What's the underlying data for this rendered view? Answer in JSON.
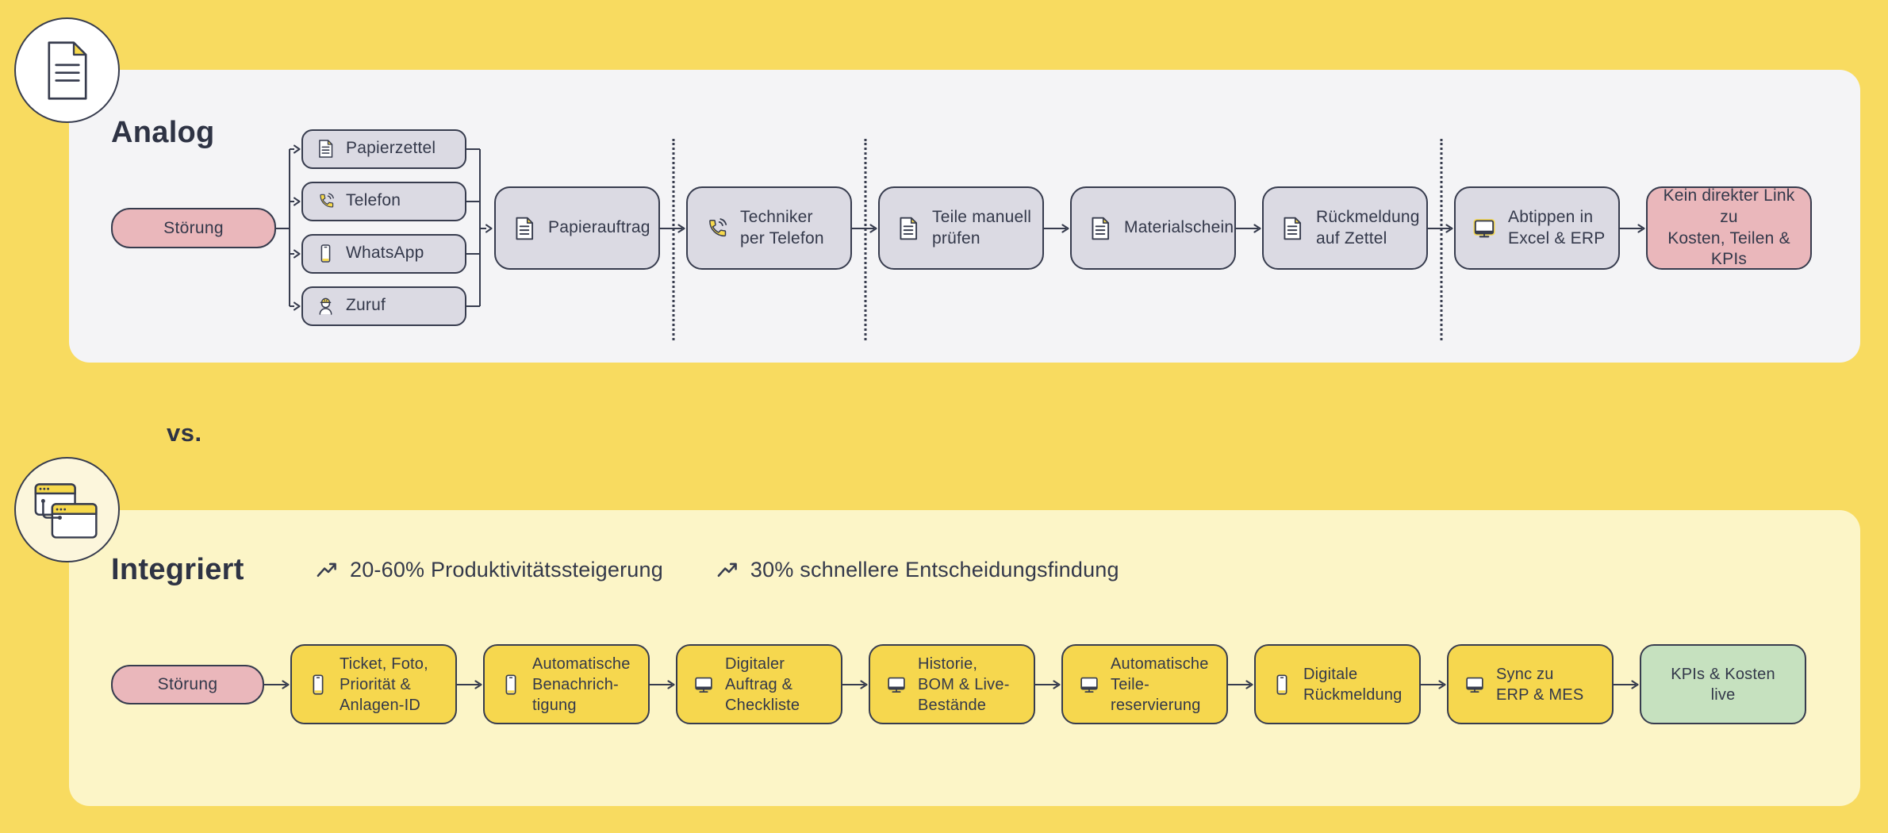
{
  "colors": {
    "background": "#F8DB60",
    "panel_analog": "#F4F4F6",
    "panel_integriert": "#FCF5C7",
    "node_gray": "#DBDAE3",
    "node_yellow": "#F6D74E",
    "node_pink": "#EAB7BB",
    "node_green": "#C6E1BF",
    "ink": "#373C4E",
    "icon_yellow": "#F7D94C"
  },
  "analog": {
    "title": "Analog",
    "badge_icon": "document-icon",
    "start_label": "Störung",
    "channels": [
      {
        "icon": "document-icon",
        "label": "Papierzettel"
      },
      {
        "icon": "phone-icon",
        "label": "Telefon"
      },
      {
        "icon": "smartphone-icon",
        "label": "WhatsApp"
      },
      {
        "icon": "worker-icon",
        "label": "Zuruf"
      }
    ],
    "steps": [
      {
        "icon": "document-icon",
        "lines": [
          "Papierauftrag"
        ],
        "style": "gray",
        "divider_before": false
      },
      {
        "icon": "phone-icon",
        "lines": [
          "Techniker",
          "per Telefon"
        ],
        "style": "gray",
        "divider_before": true
      },
      {
        "icon": "document-icon",
        "lines": [
          "Teile manuell",
          "prüfen"
        ],
        "style": "gray",
        "divider_before": true
      },
      {
        "icon": "document-icon",
        "lines": [
          "Materialschein"
        ],
        "style": "gray",
        "divider_before": false
      },
      {
        "icon": "document-icon",
        "lines": [
          "Rückmeldung",
          "auf Zettel"
        ],
        "style": "gray",
        "divider_before": false
      },
      {
        "icon": "monitor-highlight-icon",
        "lines": [
          "Abtippen in",
          "Excel & ERP"
        ],
        "style": "gray",
        "divider_before": true
      },
      {
        "icon": null,
        "lines": [
          "Kein direkter Link zu",
          "Kosten, Teilen & KPIs"
        ],
        "style": "pink",
        "divider_before": false
      }
    ]
  },
  "versus_label": "vs.",
  "integriert": {
    "title": "Integriert",
    "badge_icon": "windows-icon",
    "start_label": "Störung",
    "stats": [
      {
        "icon": "trend-up-icon",
        "label": "20-60% Produktivitätssteigerung"
      },
      {
        "icon": "trend-up-icon",
        "label": "30% schnellere Entscheidungsfindung"
      }
    ],
    "steps": [
      {
        "icon": "smartphone-icon",
        "lines": [
          "Ticket, Foto,",
          "Priorität &",
          "Anlagen-ID"
        ],
        "style": "yellow"
      },
      {
        "icon": "smartphone-icon",
        "lines": [
          "Automatische",
          "Benachrich-",
          "tigung"
        ],
        "style": "yellow"
      },
      {
        "icon": "monitor-icon",
        "lines": [
          "Digitaler",
          "Auftrag &",
          "Checkliste"
        ],
        "style": "yellow"
      },
      {
        "icon": "monitor-icon",
        "lines": [
          "Historie,",
          "BOM & Live-",
          "Bestände"
        ],
        "style": "yellow"
      },
      {
        "icon": "monitor-icon",
        "lines": [
          "Automatische",
          "Teile-",
          "reservierung"
        ],
        "style": "yellow"
      },
      {
        "icon": "smartphone-icon",
        "lines": [
          "Digitale",
          "Rückmeldung"
        ],
        "style": "yellow"
      },
      {
        "icon": "monitor-icon",
        "lines": [
          "Sync zu",
          "ERP & MES"
        ],
        "style": "yellow"
      },
      {
        "icon": null,
        "lines": [
          "KPIs & Kosten",
          "live"
        ],
        "style": "green"
      }
    ]
  }
}
